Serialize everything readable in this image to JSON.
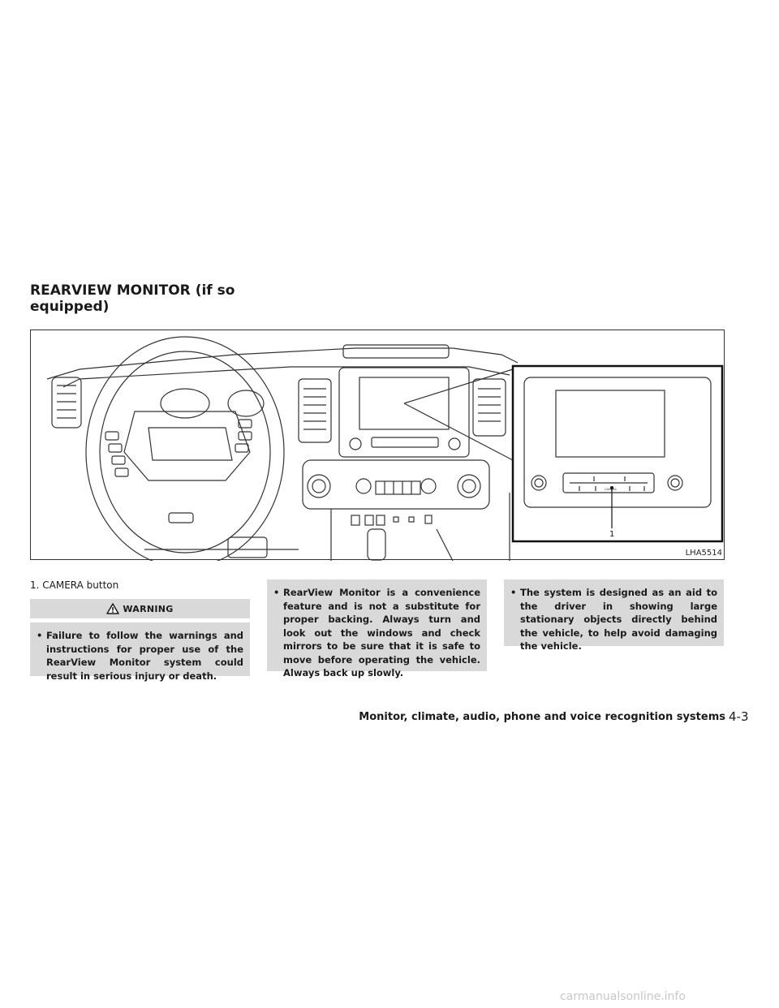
{
  "section_title": "REARVIEW MONITOR (if so equipped)",
  "figure": {
    "code": "LHA5514",
    "callout_number": "1",
    "inset_button_label": "CAMERA"
  },
  "caption": "1. CAMERA button",
  "warning": {
    "label": "WARNING",
    "items": [
      "Failure to follow the warnings and instructions for proper use of the RearView Monitor system could result in serious injury or death.",
      "RearView Monitor is a convenience feature and is not a substitute for proper backing. Always turn and look out the windows and check mirrors to be sure that it is safe to move before operating the vehicle. Always back up slowly.",
      "The system is designed as an aid to the driver in showing large stationary objects directly behind the vehicle, to help avoid damaging the vehicle."
    ]
  },
  "footer": {
    "chapter": "Monitor, climate, audio, phone and voice recognition systems",
    "page": "4-3"
  },
  "watermark": "carmanualsonline.info"
}
